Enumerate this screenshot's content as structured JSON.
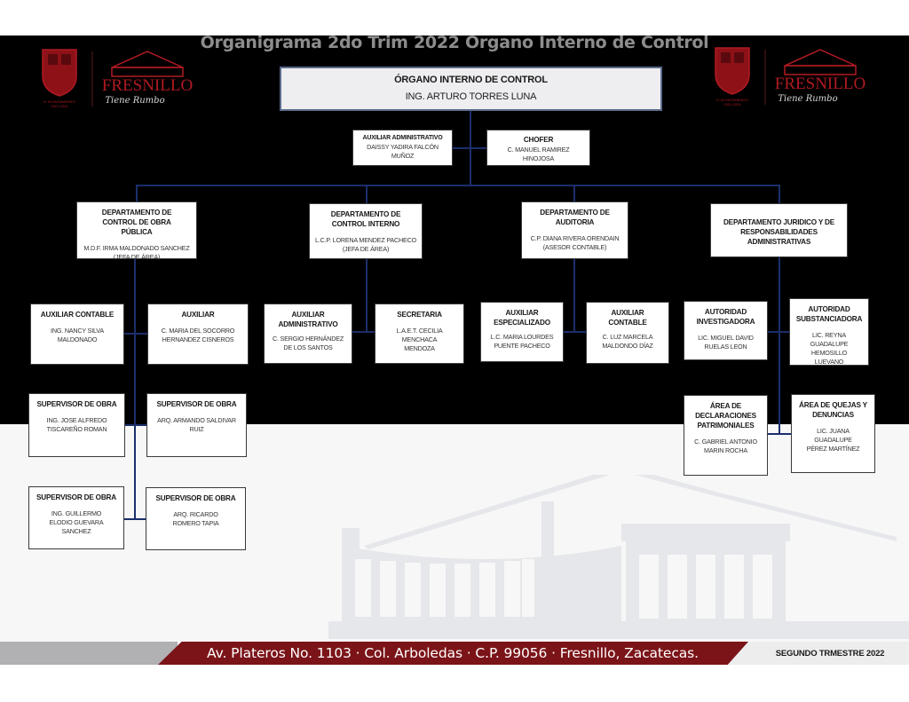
{
  "title": "Organigrama 2do Trim 2022 Organo Interno de Control",
  "logos": {
    "left": {
      "name": "FRESNILLO",
      "tagline": "Tiene Rumbo",
      "shield_caption": "H. AYUNTAMIENTO 2021-2024"
    },
    "right": {
      "name": "FRESNILLO",
      "tagline": "Tiene Rumbo",
      "shield_caption": "H. AYUNTAMIENTO 2021-2024"
    }
  },
  "colors": {
    "connector": "#1b2f6b",
    "brand_red": "#7b1418",
    "title_grey": "#8d8d8d"
  },
  "head": {
    "role": "ÓRGANO INTERNO DE CONTROL",
    "name": "ING. ARTURO TORRES LUNA"
  },
  "staff": [
    {
      "role": "AUXILIAR ADMINISTRATIVO",
      "name": "DAISSY YADIRA FALCÓN MUÑOZ"
    },
    {
      "role": "CHOFER",
      "name": "C. MANUEL RAMIREZ HINOJOSA"
    }
  ],
  "departments": [
    {
      "role": "DEPARTAMENTO DE CONTROL DE OBRA PÚBLICA",
      "name": "M.D.F. IRMA MALDONADO SANCHEZ",
      "position": "(JEFA DE ÁREA)",
      "subordinates": [
        {
          "role": "AUXILIAR CONTABLE",
          "name": "ING. NANCY SILVA MALDONADO"
        },
        {
          "role": "AUXILIAR",
          "name": "C. MARIA DEL SOCORRO HERNANDEZ CISNEROS"
        },
        {
          "role": "SUPERVISOR DE OBRA",
          "name": "ING. JOSE ALFREDO TISCAREÑO ROMAN"
        },
        {
          "role": "SUPERVISOR DE OBRA",
          "name": "ARQ. ARMANDO SALDIVAR RUIZ"
        },
        {
          "role": "SUPERVISOR DE OBRA",
          "name": "ING. GUILLERMO ELODIO GUEVARA SANCHEZ"
        },
        {
          "role": "SUPERVISOR DE OBRA",
          "name": "ARQ. RICARDO ROMERO TAPIA"
        }
      ]
    },
    {
      "role": "DEPARTAMENTO DE CONTROL INTERNO",
      "name": "L.C.P. LORENA MENDEZ PACHECO",
      "position": "(JEFA DE ÁREA)",
      "subordinates": [
        {
          "role": "AUXILIAR ADMINISTRATIVO",
          "name": "C. SERGIO HERNÁNDEZ DE LOS SANTOS"
        },
        {
          "role": "SECRETARIA",
          "name": "L.A.E.T. CECILIA MENCHACA MENDOZA"
        }
      ]
    },
    {
      "role": "DEPARTAMENTO DE AUDITORIA",
      "name": "C.P. DIANA RIVERA ORENDAIN",
      "position": "(ASESOR CONTABLE)",
      "subordinates": [
        {
          "role": "AUXILIAR ESPECIALIZADO",
          "name": "L.C. MARIA LOURDES PUENTE PACHECO"
        },
        {
          "role": "AUXILIAR CONTABLE",
          "name": "C. LUZ MARCELA MALDONDO DÍAZ"
        }
      ]
    },
    {
      "role": "DEPARTAMENTO JURIDICO Y DE RESPONSABILIDADES ADMINISTRATIVAS",
      "subordinates": [
        {
          "role": "AUTORIDAD INVESTIGADORA",
          "name": "LIC. MIGUEL DAVID RUELAS LEON"
        },
        {
          "role": "AUTORIDAD SUBSTANCIADORA",
          "name": "LIC. REYNA GUADALUPE HEMOSILLO LUEVANO"
        },
        {
          "role": "ÁREA DE DECLARACIONES PATRIMONIALES",
          "name": "C. GABRIEL ANTONIO MARIN ROCHA"
        },
        {
          "role": "ÁREA DE QUEJAS Y DENUNCIAS",
          "name": "LIC. JUANA GUADALUPE PÉREZ MARTÍNEZ"
        }
      ]
    }
  ],
  "footer": {
    "address": "Av. Plateros No. 1103 · Col. Arboledas · C.P. 99056 · Fresnillo, Zacatecas.",
    "quarter": "SEGUNDO  TRMESTRE 2022"
  }
}
